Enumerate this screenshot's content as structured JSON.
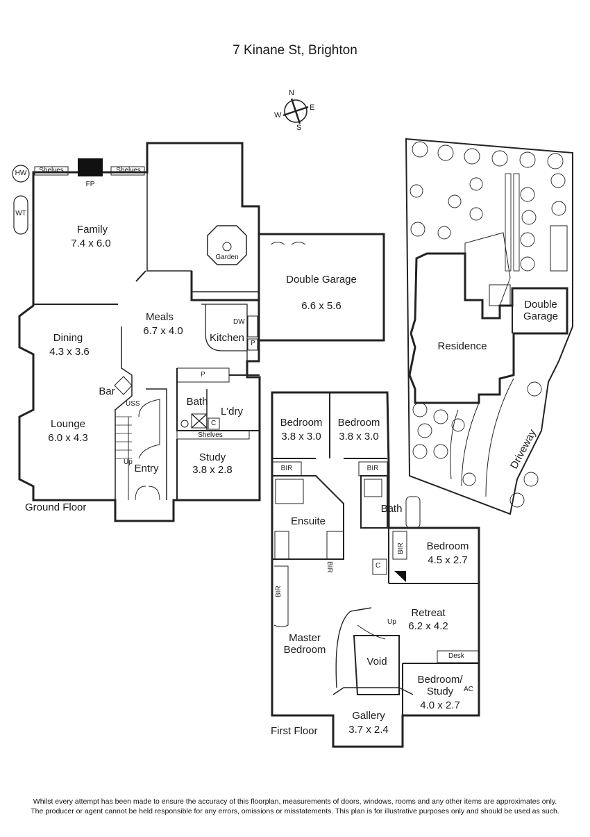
{
  "title": "7 Kinane St, Brighton",
  "compass": {
    "n": "N",
    "e": "E",
    "s": "S",
    "w": "W"
  },
  "ground_floor": {
    "label": "Ground Floor",
    "rooms": {
      "family": {
        "name": "Family",
        "size": "7.4 x 6.0"
      },
      "meals": {
        "name": "Meals",
        "size": "6.7 x 4.0"
      },
      "dining": {
        "name": "Dining",
        "size": "4.3 x 3.6"
      },
      "lounge": {
        "name": "Lounge",
        "size": "6.0 x 4.3"
      },
      "study": {
        "name": "Study",
        "size": "3.8 x 2.8"
      },
      "garage": {
        "name": "Double Garage",
        "size": "6.6 x 5.6"
      },
      "kitchen": {
        "name": "Kitchen"
      },
      "bath": {
        "name": "Bath"
      },
      "laundry": {
        "name": "L'dry"
      },
      "entry": {
        "name": "Entry"
      },
      "bar": {
        "name": "Bar"
      },
      "garden": {
        "name": "Garden"
      }
    },
    "fixtures": {
      "hw": "HW",
      "wt": "WT",
      "fp": "FP",
      "shelves_left": "Shelves",
      "shelves_right": "Shelves",
      "shelves_study": "Shelves",
      "dw": "DW",
      "p_kitchen": "P",
      "p_bath": "P",
      "c_bath": "C",
      "uss": "USS",
      "up": "Up"
    }
  },
  "first_floor": {
    "label": "First Floor",
    "rooms": {
      "bed1": {
        "name": "Bedroom",
        "size": "3.8 x 3.0"
      },
      "bed2": {
        "name": "Bedroom",
        "size": "3.8 x 3.0"
      },
      "bed3": {
        "name": "Bedroom",
        "size": "4.5 x 2.7"
      },
      "ensuite": {
        "name": "Ensuite"
      },
      "bath": {
        "name": "Bath"
      },
      "retreat": {
        "name": "Retreat",
        "size": "6.2 x 4.2"
      },
      "master": {
        "name": "Master\nBedroom"
      },
      "void": {
        "name": "Void"
      },
      "bedstudy": {
        "name": "Bedroom/\nStudy",
        "size": "4.0 x 2.7"
      },
      "gallery": {
        "name": "Gallery",
        "size": "3.7 x 2.4"
      }
    },
    "fixtures": {
      "bir1": "BIR",
      "bir2": "BIR",
      "bir3": "BIR",
      "bir4": "BIR",
      "bir5": "BIR",
      "c": "C",
      "up": "Up",
      "desk": "Desk",
      "ac": "AC"
    }
  },
  "site_plan": {
    "residence": "Residence",
    "garage": "Double\nGarage",
    "driveway": "Driveway"
  },
  "disclaimer": {
    "line1": "Whilst every attempt has been made to ensure the accuracy of this floorplan, measurements of doors, windows, rooms and any other items are approximates only.",
    "line2": "The producer or agent cannot be held responsible for any errors, omissions or misstatements. This plan is for illustrative purposes only and should be used as such."
  }
}
